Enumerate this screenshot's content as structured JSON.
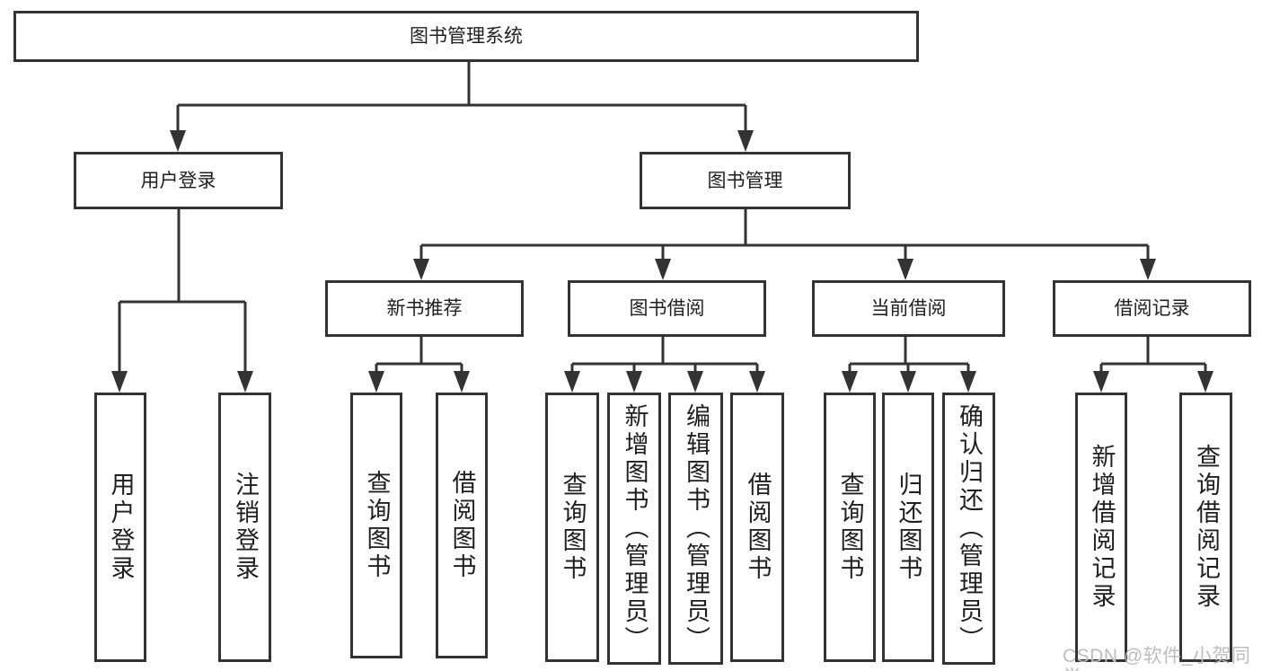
{
  "diagram": {
    "title": "图书管理系统",
    "level2": [
      {
        "label": "用户登录"
      },
      {
        "label": "图书管理"
      }
    ],
    "level3": [
      {
        "label": "新书推荐"
      },
      {
        "label": "图书借阅"
      },
      {
        "label": "当前借阅"
      },
      {
        "label": "借阅记录"
      }
    ],
    "leaves": [
      {
        "label": "用户登录"
      },
      {
        "label": "注销登录"
      },
      {
        "label": "查询图书"
      },
      {
        "label": "借阅图书"
      },
      {
        "label": "查询图书"
      },
      {
        "label": "新增图书（管理员）"
      },
      {
        "label": "编辑图书（管理员）"
      },
      {
        "label": "借阅图书"
      },
      {
        "label": "查询图书"
      },
      {
        "label": "归还图书"
      },
      {
        "label": "确认归还（管理员）"
      },
      {
        "label": "新增借阅记录"
      },
      {
        "label": "查询借阅记录"
      }
    ],
    "watermark": "CSDN @软件_小贺同学",
    "colors": {
      "line": "#333333",
      "box_border": "#333333",
      "box_fill": "#ffffff",
      "text": "#1f1f1f",
      "watermark": "#bdbcc0",
      "background": "#ffffff"
    }
  }
}
